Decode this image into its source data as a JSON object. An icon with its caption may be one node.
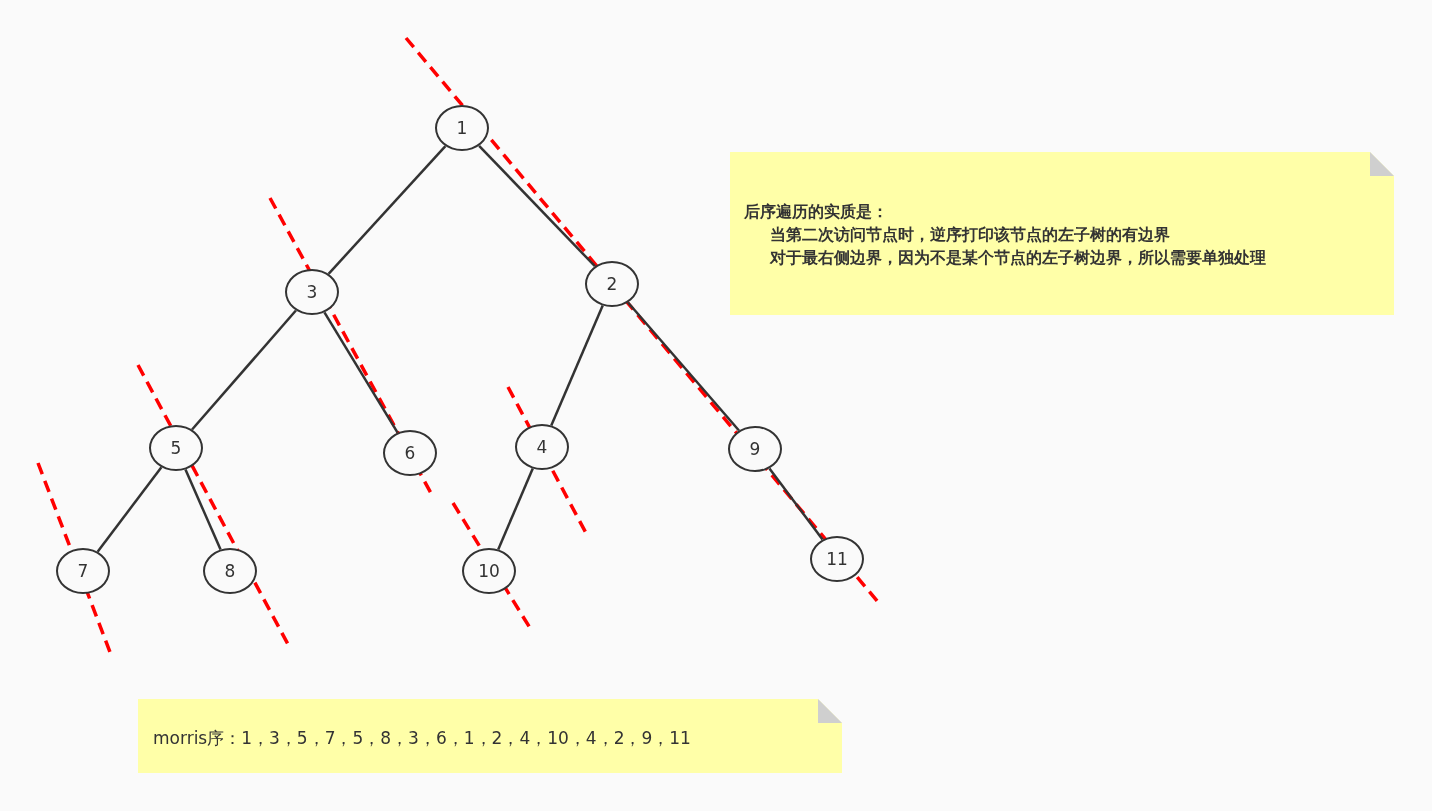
{
  "diagram": {
    "nodes": [
      {
        "text": [
          "1"
        ]
      },
      {
        "text": [
          "3"
        ]
      },
      {
        "text": [
          "2"
        ]
      },
      {
        "text": [
          "5"
        ]
      },
      {
        "text": [
          "6"
        ]
      },
      {
        "text": [
          "4"
        ]
      },
      {
        "text": [
          "9"
        ]
      },
      {
        "text": [
          "7"
        ]
      },
      {
        "text": [
          "8"
        ]
      },
      {
        "text": [
          "10"
        ]
      },
      {
        "text": [
          "11"
        ]
      },
      {
        "text": [
          "后序遍历的实质是：",
          "当第二次访问节点时，逆序打印该节点的左子树的有边界",
          "对于最右侧边界，因为不是某个节点的左子树边界，所以需要单独处理"
        ]
      },
      {
        "text": [
          "morris序：1，3，5，7，5，8，3，6，1，2，4，10，4，2，9，11"
        ]
      }
    ],
    "edges": [
      {
        "from": 0,
        "to": 1,
        "arrow": "none"
      },
      {
        "from": 0,
        "to": 2,
        "arrow": "none"
      },
      {
        "from": 1,
        "to": 3,
        "arrow": "none"
      },
      {
        "from": 1,
        "to": 4,
        "arrow": "none"
      },
      {
        "from": 2,
        "to": 5,
        "arrow": "none"
      },
      {
        "from": 2,
        "to": 6,
        "arrow": "none"
      },
      {
        "from": 3,
        "to": 7,
        "arrow": "none"
      },
      {
        "from": 3,
        "to": 8,
        "arrow": "none"
      },
      {
        "from": 5,
        "to": 9,
        "arrow": "none"
      },
      {
        "from": 6,
        "to": 10,
        "arrow": "none"
      }
    ]
  }
}
